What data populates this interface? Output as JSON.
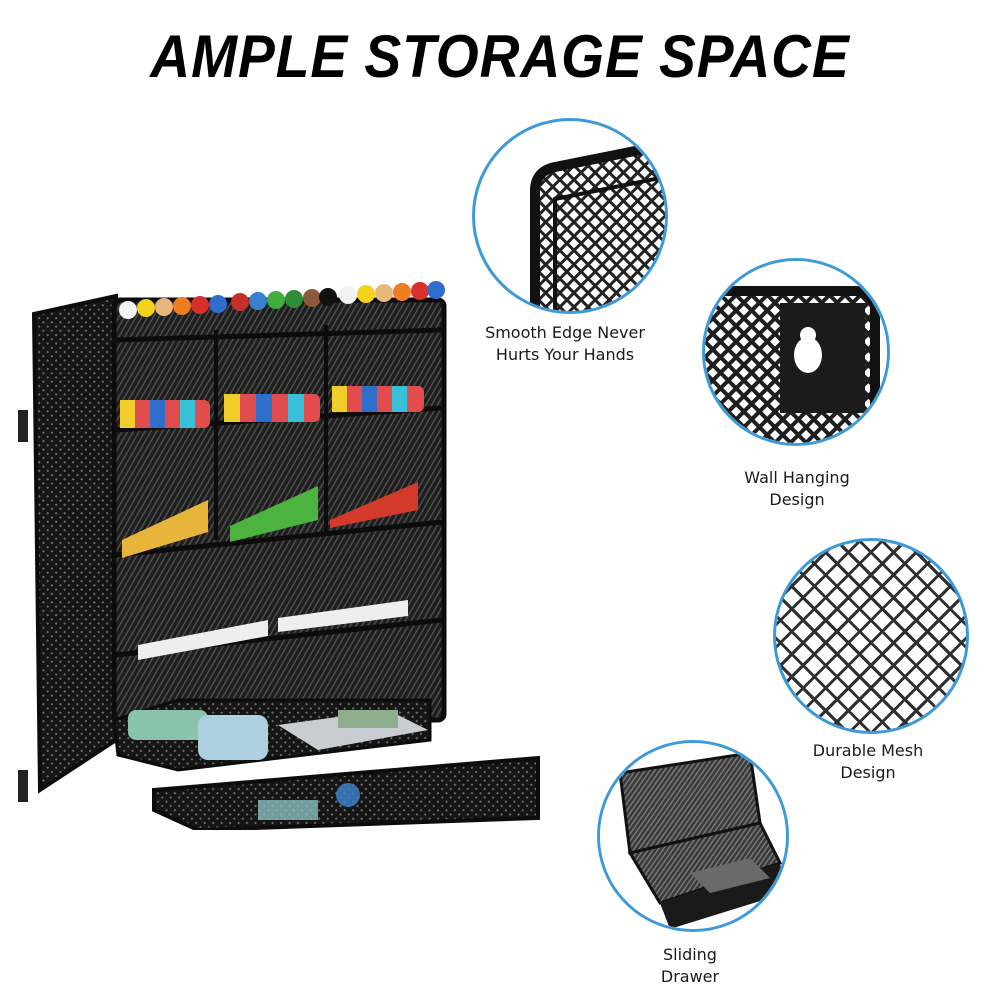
{
  "headline": "AMPLE STORAGE SPACE",
  "accent_color": "#3d9ad9",
  "product_image": {
    "description": "black mesh desk organizer with pen compartments, shelf and sliding drawer",
    "marker_colors": [
      "#f2f2f2",
      "#f2d21b",
      "#e8b77a",
      "#ef7d22",
      "#d8312b",
      "#2f6fcb",
      "#3fae3f",
      "#8a5a3c",
      "#111111"
    ]
  },
  "features": [
    {
      "id": "smooth-edge",
      "line1": "Smooth Edge Never",
      "line2": "Hurts Your Hands"
    },
    {
      "id": "wall-hanging",
      "line1": "Wall Hanging",
      "line2": "Design"
    },
    {
      "id": "durable-mesh",
      "line1": "Durable Mesh",
      "line2": "Design"
    },
    {
      "id": "sliding-drawer",
      "line1": "Sliding",
      "line2": "Drawer"
    }
  ]
}
